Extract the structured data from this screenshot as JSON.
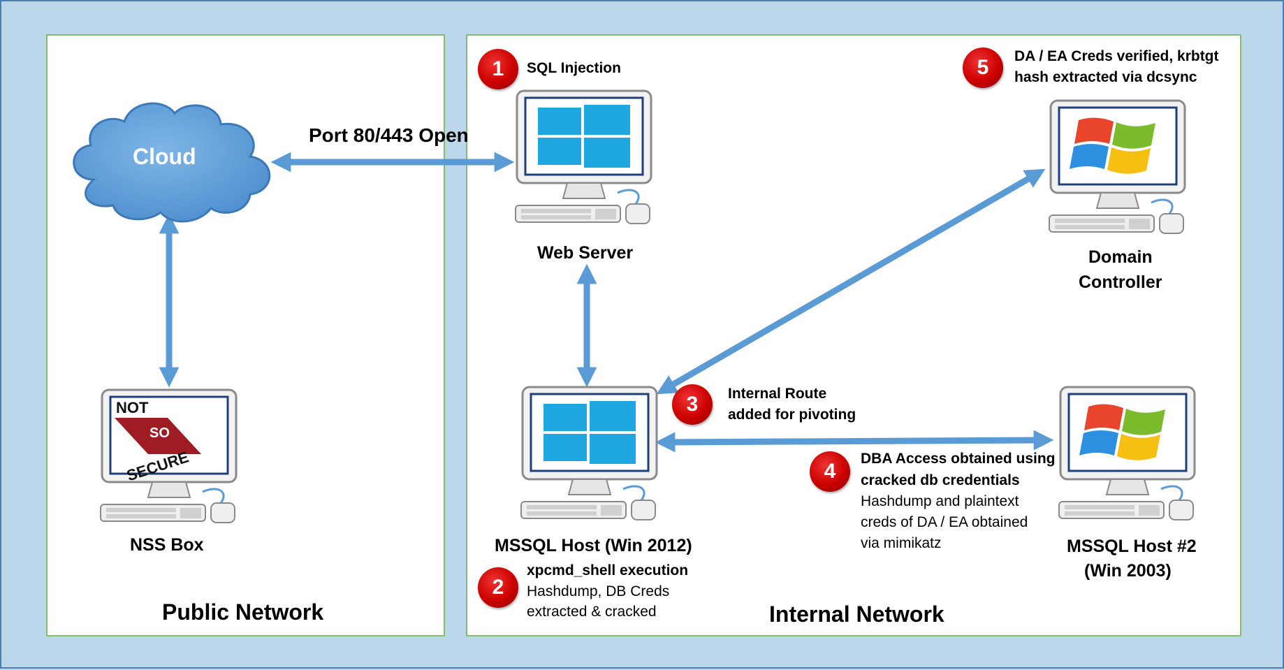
{
  "zones": {
    "public_title": "Public Network",
    "internal_title": "Internal Network"
  },
  "nodes": {
    "cloud": "Cloud",
    "web_server": "Web Server",
    "domain_controller_line1": "Domain",
    "domain_controller_line2": "Controller",
    "nss_box": "NSS Box",
    "logo_lines": [
      "NOT",
      "SO",
      "SECURE"
    ],
    "mssql_host": "MSSQL Host (Win 2012)",
    "mssql_host2_line1": "MSSQL Host #2",
    "mssql_host2_line2": "(Win 2003)"
  },
  "links": {
    "port_label": "Port 80/443 Open"
  },
  "steps": [
    {
      "number": "1",
      "title": "SQL Injection",
      "details": []
    },
    {
      "number": "2",
      "title": "xpcmd_shell execution",
      "details": [
        "Hashdump, DB Creds",
        "extracted & cracked"
      ]
    },
    {
      "number": "3",
      "title_lines": [
        "Internal Route",
        "added for pivoting"
      ]
    },
    {
      "number": "4",
      "title_lines": [
        "DBA Access obtained using",
        "cracked db credentials"
      ],
      "details": [
        "Hashdump and plaintext",
        "creds of DA / EA obtained",
        "via mimikatz"
      ]
    },
    {
      "number": "5",
      "title_lines": [
        "DA / EA Creds verified, krbtgt",
        "hash extracted via dcsync"
      ]
    }
  ],
  "colors": {
    "background": "#bcd6ec",
    "zone_border": "#7fbf6f",
    "arrow": "#5b9bd5",
    "badge": "#c00000",
    "cloud": "#5b9bd5"
  },
  "icons": [
    "windows8-logo",
    "windows-xp-logo",
    "notsosecure-logo",
    "cloud-icon"
  ]
}
